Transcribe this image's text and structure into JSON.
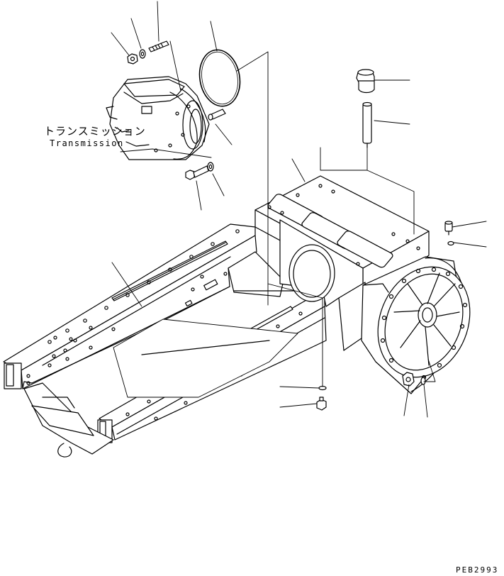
{
  "callout": {
    "label_jp": "トランスミッション",
    "label_en": "Transmission"
  },
  "figure_code": "PEB2993",
  "colors": {
    "ink": "#000000",
    "background": "#ffffff"
  }
}
